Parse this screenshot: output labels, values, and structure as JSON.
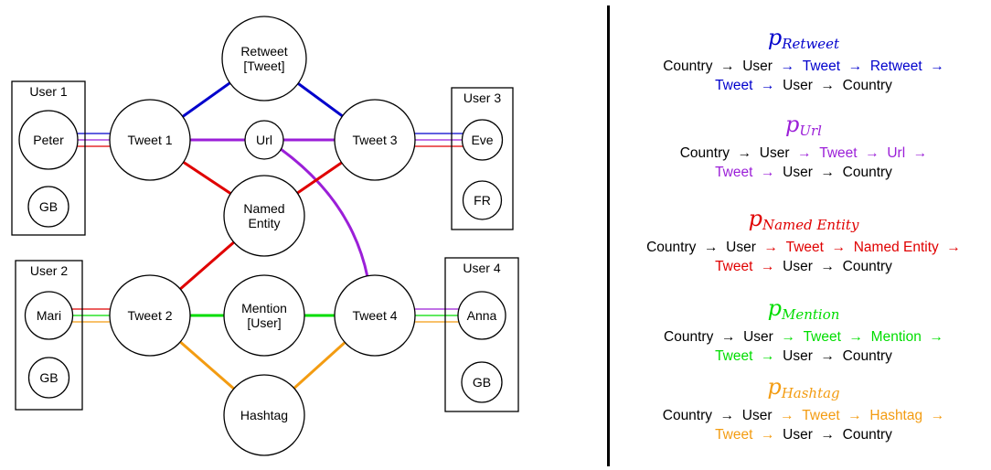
{
  "colors": {
    "retweet": "#0000cc",
    "url": "#9b1fd8",
    "named_entity": "#e00000",
    "mention": "#00dd00",
    "hashtag": "#f39c12",
    "black": "#000000"
  },
  "graph": {
    "users": [
      {
        "id": "user1",
        "label": "User 1",
        "person": "Peter",
        "country": "GB"
      },
      {
        "id": "user2",
        "label": "User 2",
        "person": "Mari",
        "country": "GB"
      },
      {
        "id": "user3",
        "label": "User 3",
        "person": "Eve",
        "country": "FR"
      },
      {
        "id": "user4",
        "label": "User 4",
        "person": "Anna",
        "country": "GB"
      }
    ],
    "nodes": [
      {
        "id": "tweet1",
        "lines": [
          "Tweet 1"
        ]
      },
      {
        "id": "tweet2",
        "lines": [
          "Tweet 2"
        ]
      },
      {
        "id": "tweet3",
        "lines": [
          "Tweet 3"
        ]
      },
      {
        "id": "tweet4",
        "lines": [
          "Tweet 4"
        ]
      },
      {
        "id": "retweet",
        "lines": [
          "Retweet",
          "[Tweet]"
        ]
      },
      {
        "id": "url",
        "lines": [
          "Url"
        ]
      },
      {
        "id": "named",
        "lines": [
          "Named",
          "Entity"
        ]
      },
      {
        "id": "mention",
        "lines": [
          "Mention",
          "[User]"
        ]
      },
      {
        "id": "hashtag",
        "lines": [
          "Hashtag"
        ]
      }
    ],
    "edges": [
      {
        "from": "tweet1",
        "to": "retweet",
        "color": "retweet"
      },
      {
        "from": "retweet",
        "to": "tweet3",
        "color": "retweet"
      },
      {
        "from": "tweet1",
        "to": "url",
        "color": "url"
      },
      {
        "from": "url",
        "to": "tweet3",
        "color": "url"
      },
      {
        "from": "url",
        "to": "tweet4",
        "color": "url",
        "curved": true
      },
      {
        "from": "tweet1",
        "to": "named",
        "color": "named_entity"
      },
      {
        "from": "tweet3",
        "to": "named",
        "color": "named_entity"
      },
      {
        "from": "tweet2",
        "to": "named",
        "color": "named_entity"
      },
      {
        "from": "tweet2",
        "to": "mention",
        "color": "mention"
      },
      {
        "from": "mention",
        "to": "tweet4",
        "color": "mention"
      },
      {
        "from": "tweet2",
        "to": "hashtag",
        "color": "hashtag"
      },
      {
        "from": "hashtag",
        "to": "tweet4",
        "color": "hashtag"
      }
    ],
    "user_links": [
      {
        "person": "Peter",
        "tweet": "tweet1",
        "colors": [
          "retweet",
          "url",
          "named_entity"
        ]
      },
      {
        "person": "Eve",
        "tweet": "tweet3",
        "colors": [
          "retweet",
          "url",
          "named_entity"
        ]
      },
      {
        "person": "Mari",
        "tweet": "tweet2",
        "colors": [
          "named_entity",
          "mention",
          "hashtag"
        ]
      },
      {
        "person": "Anna",
        "tweet": "tweet4",
        "colors": [
          "url",
          "mention",
          "hashtag"
        ]
      }
    ]
  },
  "metapaths": [
    {
      "id": "retweet",
      "symbol": "p",
      "subscript": "Retweet",
      "color": "retweet",
      "lines": [
        [
          {
            "t": "Country",
            "c": "black"
          },
          {
            "t": "→",
            "c": "black"
          },
          {
            "t": "User",
            "c": "black"
          },
          {
            "t": "→",
            "c": "retweet"
          },
          {
            "t": "Tweet",
            "c": "retweet"
          },
          {
            "t": "→",
            "c": "retweet"
          },
          {
            "t": "Retweet",
            "c": "retweet"
          },
          {
            "t": "→",
            "c": "retweet"
          }
        ],
        [
          {
            "t": "Tweet",
            "c": "retweet"
          },
          {
            "t": "→",
            "c": "retweet"
          },
          {
            "t": "User",
            "c": "black"
          },
          {
            "t": "→",
            "c": "black"
          },
          {
            "t": "Country",
            "c": "black"
          }
        ]
      ]
    },
    {
      "id": "url",
      "symbol": "p",
      "subscript": "Url",
      "color": "url",
      "lines": [
        [
          {
            "t": "Country",
            "c": "black"
          },
          {
            "t": "→",
            "c": "black"
          },
          {
            "t": "User",
            "c": "black"
          },
          {
            "t": "→",
            "c": "url"
          },
          {
            "t": "Tweet",
            "c": "url"
          },
          {
            "t": "→",
            "c": "url"
          },
          {
            "t": "Url",
            "c": "url"
          },
          {
            "t": "→",
            "c": "url"
          }
        ],
        [
          {
            "t": "Tweet",
            "c": "url"
          },
          {
            "t": "→",
            "c": "url"
          },
          {
            "t": "User",
            "c": "black"
          },
          {
            "t": "→",
            "c": "black"
          },
          {
            "t": "Country",
            "c": "black"
          }
        ]
      ]
    },
    {
      "id": "named_entity",
      "symbol": "p",
      "subscript": "Named Entity",
      "color": "named_entity",
      "lines": [
        [
          {
            "t": "Country",
            "c": "black"
          },
          {
            "t": "→",
            "c": "black"
          },
          {
            "t": "User",
            "c": "black"
          },
          {
            "t": "→",
            "c": "named_entity"
          },
          {
            "t": "Tweet",
            "c": "named_entity"
          },
          {
            "t": "→",
            "c": "named_entity"
          },
          {
            "t": "Named Entity",
            "c": "named_entity"
          },
          {
            "t": "→",
            "c": "named_entity"
          }
        ],
        [
          {
            "t": "Tweet",
            "c": "named_entity"
          },
          {
            "t": "→",
            "c": "named_entity"
          },
          {
            "t": "User",
            "c": "black"
          },
          {
            "t": "→",
            "c": "black"
          },
          {
            "t": "Country",
            "c": "black"
          }
        ]
      ]
    },
    {
      "id": "mention",
      "symbol": "p",
      "subscript": "Mention",
      "color": "mention",
      "lines": [
        [
          {
            "t": "Country",
            "c": "black"
          },
          {
            "t": "→",
            "c": "black"
          },
          {
            "t": "User",
            "c": "black"
          },
          {
            "t": "→",
            "c": "mention"
          },
          {
            "t": "Tweet",
            "c": "mention"
          },
          {
            "t": "→",
            "c": "mention"
          },
          {
            "t": "Mention",
            "c": "mention"
          },
          {
            "t": "→",
            "c": "mention"
          }
        ],
        [
          {
            "t": "Tweet",
            "c": "mention"
          },
          {
            "t": "→",
            "c": "mention"
          },
          {
            "t": "User",
            "c": "black"
          },
          {
            "t": "→",
            "c": "black"
          },
          {
            "t": "Country",
            "c": "black"
          }
        ]
      ]
    },
    {
      "id": "hashtag",
      "symbol": "p",
      "subscript": "Hashtag",
      "color": "hashtag",
      "lines": [
        [
          {
            "t": "Country",
            "c": "black"
          },
          {
            "t": "→",
            "c": "black"
          },
          {
            "t": "User",
            "c": "black"
          },
          {
            "t": "→",
            "c": "hashtag"
          },
          {
            "t": "Tweet",
            "c": "hashtag"
          },
          {
            "t": "→",
            "c": "hashtag"
          },
          {
            "t": "Hashtag",
            "c": "hashtag"
          },
          {
            "t": "→",
            "c": "hashtag"
          }
        ],
        [
          {
            "t": "Tweet",
            "c": "hashtag"
          },
          {
            "t": "→",
            "c": "hashtag"
          },
          {
            "t": "User",
            "c": "black"
          },
          {
            "t": "→",
            "c": "black"
          },
          {
            "t": "Country",
            "c": "black"
          }
        ]
      ]
    }
  ]
}
